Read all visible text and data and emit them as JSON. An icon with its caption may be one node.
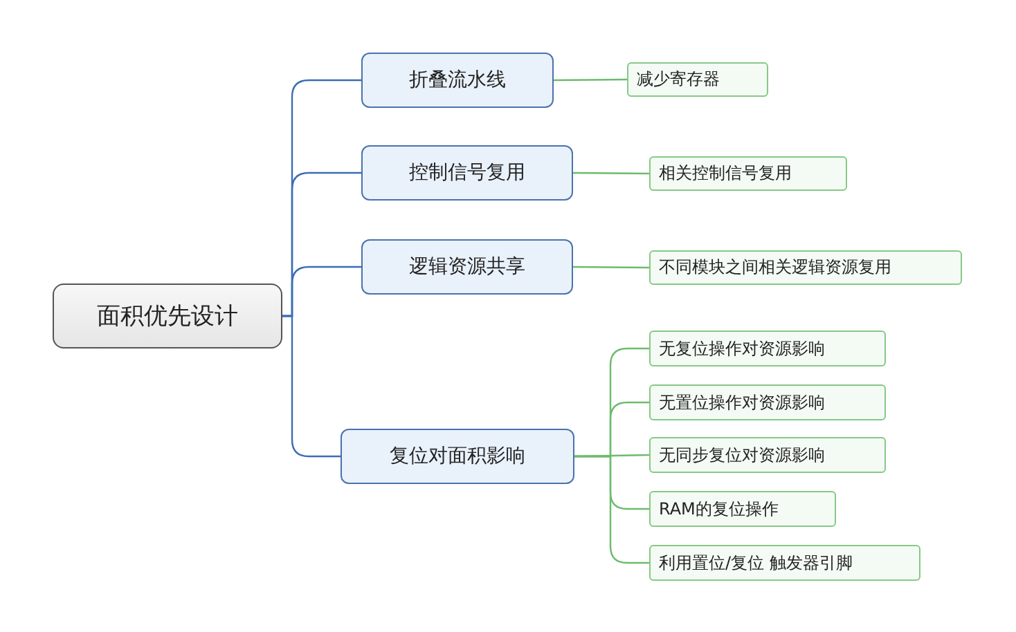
{
  "diagram": {
    "nodes": [
      {
        "text": [
          "面积优先设计"
        ]
      },
      {
        "text": [
          "折叠流水线"
        ]
      },
      {
        "text": [
          "控制信号复用"
        ]
      },
      {
        "text": [
          "逻辑资源共享"
        ]
      },
      {
        "text": [
          "复位对面积影响"
        ]
      },
      {
        "text": [
          "减少寄存器"
        ]
      },
      {
        "text": [
          "相关控制信号复用"
        ]
      },
      {
        "text": [
          "不同模块之间相关逻辑资源复用"
        ]
      },
      {
        "text": [
          "无复位操作对资源影响"
        ]
      },
      {
        "text": [
          "无置位操作对资源影响"
        ]
      },
      {
        "text": [
          "无同步复位对资源影响"
        ]
      },
      {
        "text": [
          "RAM的复位操作"
        ]
      },
      {
        "text": [
          "利用置位/复位 触发器引脚"
        ]
      }
    ],
    "edges": [
      {
        "from": 0,
        "to": 1,
        "arrow": "none",
        "color": "#3b6db3"
      },
      {
        "from": 0,
        "to": 2,
        "arrow": "none",
        "color": "#3b6db3"
      },
      {
        "from": 0,
        "to": 3,
        "arrow": "none",
        "color": "#3b6db3"
      },
      {
        "from": 0,
        "to": 4,
        "arrow": "none",
        "color": "#3b6db3"
      },
      {
        "from": 1,
        "to": 5,
        "arrow": "none"
      },
      {
        "from": 2,
        "to": 6,
        "arrow": "none"
      },
      {
        "from": 3,
        "to": 7,
        "arrow": "none"
      },
      {
        "from": 4,
        "to": 8,
        "arrow": "none"
      },
      {
        "from": 4,
        "to": 9,
        "arrow": "none"
      },
      {
        "from": 4,
        "to": 10,
        "arrow": "none"
      },
      {
        "from": 4,
        "to": 11,
        "arrow": "none"
      },
      {
        "from": 4,
        "to": 12,
        "arrow": "none"
      }
    ]
  }
}
